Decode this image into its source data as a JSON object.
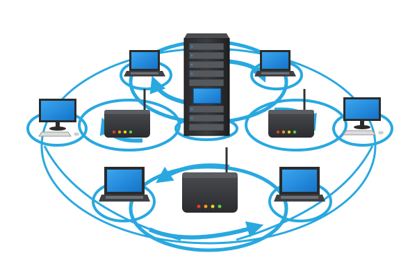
{
  "scene": {
    "subject": "network-topology-illustration",
    "colors": {
      "background": "#ffffff",
      "ring": "#29a8e0",
      "ring_light": "#7fd0f4",
      "device_dark": "#2b2b2b",
      "device_mid": "#3f4145",
      "screen": "#1e90e8",
      "led_red": "#e33b2f",
      "led_orange": "#f39a1d",
      "led_yellow": "#e8d227",
      "led_green": "#5bd14a"
    },
    "icons": {
      "server": "server-rack-icon",
      "router": "wireless-router-icon",
      "laptop": "laptop-icon",
      "desktop": "desktop-computer-icon"
    },
    "counts": {
      "server_racks": 1,
      "routers": 3,
      "laptops": 4,
      "desktops": 2
    }
  }
}
